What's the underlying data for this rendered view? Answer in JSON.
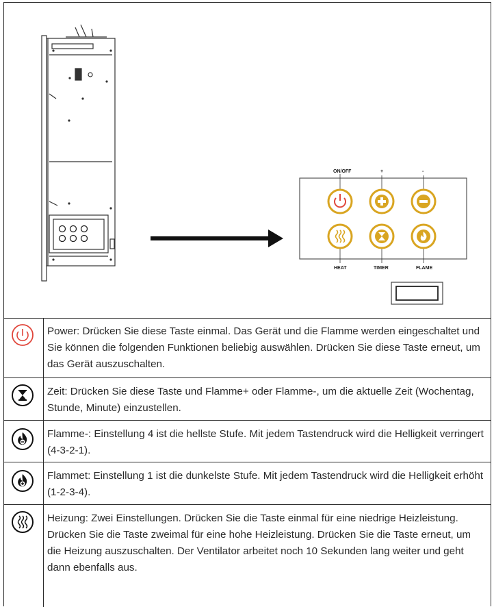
{
  "diagram": {
    "panel_labels": {
      "onoff": "ON/OFF",
      "plus": "+",
      "minus": "-",
      "heat": "HEAT",
      "timer": "TIMER",
      "flame": "FLAME"
    }
  },
  "rows": [
    {
      "icon": "power-icon",
      "text": "Power: Drücken Sie diese Taste einmal. Das Gerät und die Flamme werden eingeschaltet und Sie können die folgenden Funktionen beliebig auswählen. Drücken Sie diese Taste erneut, um das Gerät auszuschalten."
    },
    {
      "icon": "hourglass-icon",
      "text": "Zeit: Drücken Sie diese Taste und Flamme+ oder Flamme-, um die aktuelle Zeit (Wochentag, Stunde, Minute) einzustellen."
    },
    {
      "icon": "flame-minus-icon",
      "text": "Flamme-: Einstellung 4 ist die hellste Stufe. Mit jedem Tastendruck wird die Helligkeit verringert (4-3-2-1)."
    },
    {
      "icon": "flame-plus-icon",
      "text": "Flammet: Einstellung 1 ist die dunkelste Stufe. Mit jedem Tastendruck wird die Helligkeit erhöht (1-2-3-4)."
    },
    {
      "icon": "heat-icon",
      "text": "Heizung: Zwei Einstellungen. Drücken Sie die Taste einmal für eine niedrige Heizleistung. Drücken Sie die Taste zweimal für eine hohe Heizleistung. Drücken Sie die Taste erneut, um die Heizung auszuschalten. Der Ventilator arbeitet noch 10 Sekunden lang weiter und geht dann ebenfalls aus."
    }
  ],
  "colors": {
    "power": "#e0453a",
    "gold": "#d9a521",
    "ink": "#222222"
  }
}
